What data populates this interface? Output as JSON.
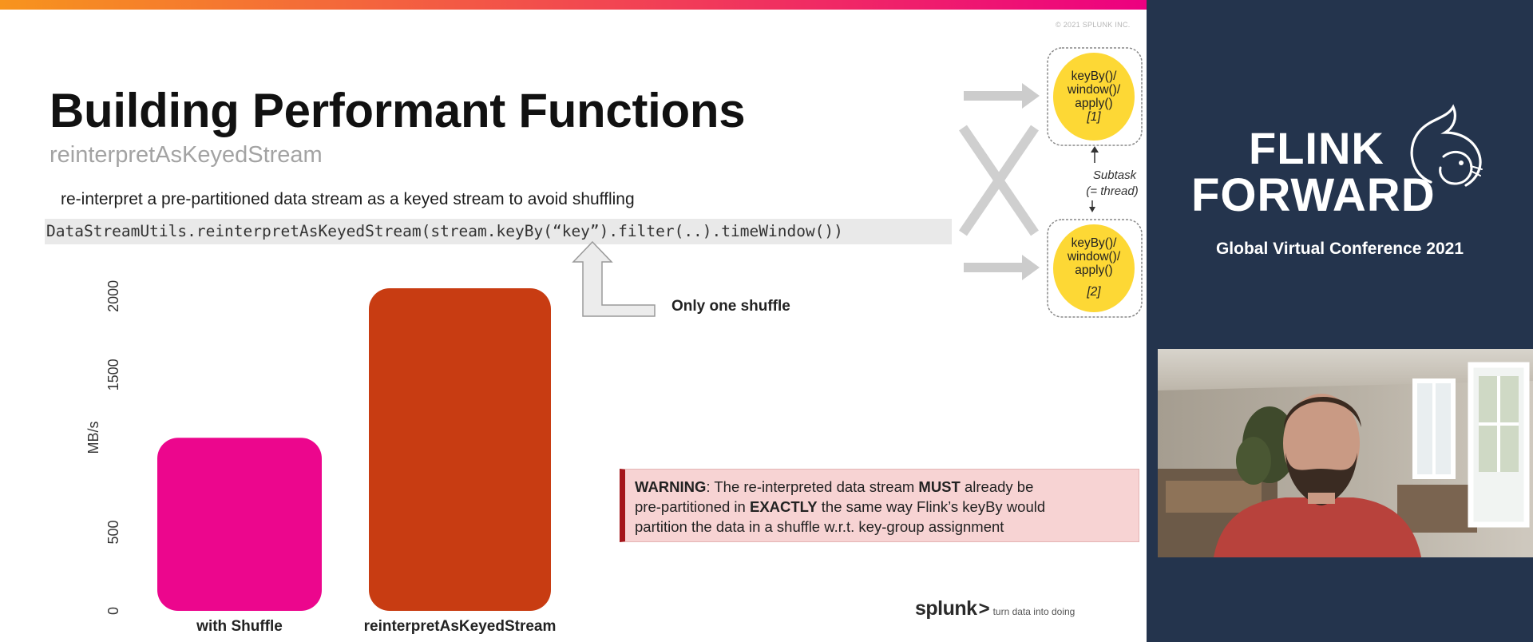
{
  "slide": {
    "copyright": "© 2021 SPLUNK INC.",
    "title": "Building Performant Functions",
    "subtitle": "reinterpretAsKeyedStream",
    "description": "re-interpret a pre-partitioned data stream as a keyed stream to avoid shuffling",
    "code": "DataStreamUtils.reinterpretAsKeyedStream(stream.keyBy(“key”).filter(..).timeWindow())",
    "annotation": "Only one shuffle",
    "warning": {
      "label": "WARNING",
      "text_1": ": The re-interpreted data stream ",
      "must": "MUST",
      "text_2": " already be",
      "text_3": "pre-partitioned in ",
      "exactly": "EXACTLY",
      "text_4": " the same way Flink’s keyBy would",
      "text_5": "partition the data in a shuffle w.r.t. key-group assignment"
    },
    "footer": {
      "logo_word": "splunk",
      "logo_chevron": ">",
      "tagline": "turn data into doing"
    },
    "diagram": {
      "node_1": [
        "keyBy()/",
        "window()/",
        "apply()",
        "[1]"
      ],
      "node_2": [
        "keyBy()/",
        "window()/",
        "apply()",
        "[2]"
      ],
      "note_1": "Subtask",
      "note_2": "(= thread)"
    },
    "colors": {
      "top_bar_start": "#f7941d",
      "top_bar_end": "#ed0080",
      "bar_shuffle": "#ec068d",
      "bar_reinterpret": "#c83c12",
      "warning_bg": "#f7d3d3",
      "warning_border": "#a4151b",
      "node_fill": "#fdd835",
      "panel_bg": "#24344d"
    }
  },
  "chart_data": {
    "type": "bar",
    "categories": [
      "with Shuffle",
      "reinterpretAsKeyedStream"
    ],
    "values": [
      1100,
      2050
    ],
    "ylabel": "MB/s",
    "yticks": [
      0,
      500,
      1500,
      2000
    ],
    "ylim": [
      0,
      2050
    ],
    "colors": [
      "#ec068d",
      "#c83c12"
    ],
    "grid": false
  },
  "panel": {
    "logo_line_1": "FLINK",
    "logo_line_2": "FORWARD",
    "conference": "Global Virtual Conference 2021"
  }
}
